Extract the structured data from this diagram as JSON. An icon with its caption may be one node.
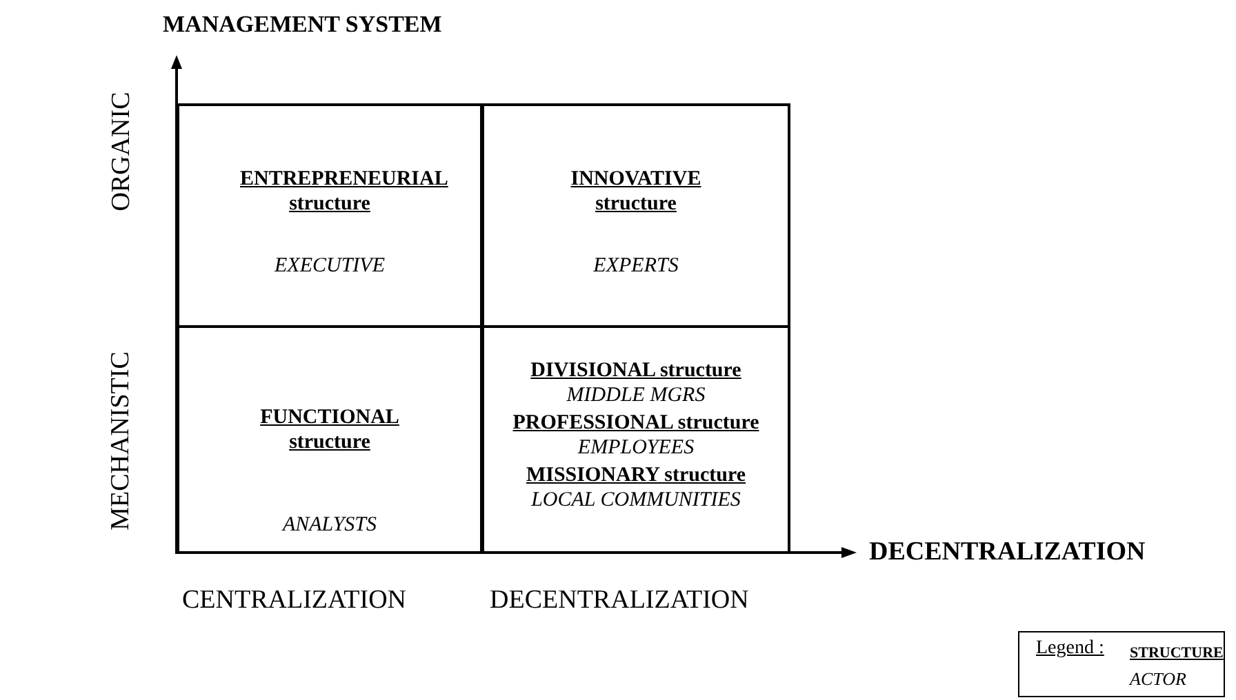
{
  "diagram": {
    "nodes": [
      {
        "text": [
          "ENTREPRENEURIAL structure",
          "EXECUTIVE"
        ]
      },
      {
        "text": [
          "INNOVATIVE structure",
          "EXPERTS"
        ]
      },
      {
        "text": [
          "FUNCTIONAL structure",
          "ANALYSTS"
        ]
      },
      {
        "text": [
          "DIVISIONAL structure",
          "MIDDLE MGRS",
          "PROFESSIONAL structure",
          "EMPLOYEES",
          "MISSIONARY structure",
          "LOCAL COMMUNITIES"
        ]
      }
    ],
    "labels": [
      "MANAGEMENT SYSTEM",
      "ORGANIC",
      "MECHANISTIC",
      "DECENTRALIZATION",
      "CENTRALIZATION",
      "DECENTRALIZATION",
      "Legend :"
    ],
    "legend": [
      {
        "text": "STRUCTURE"
      },
      {
        "text": "ACTOR"
      }
    ]
  }
}
